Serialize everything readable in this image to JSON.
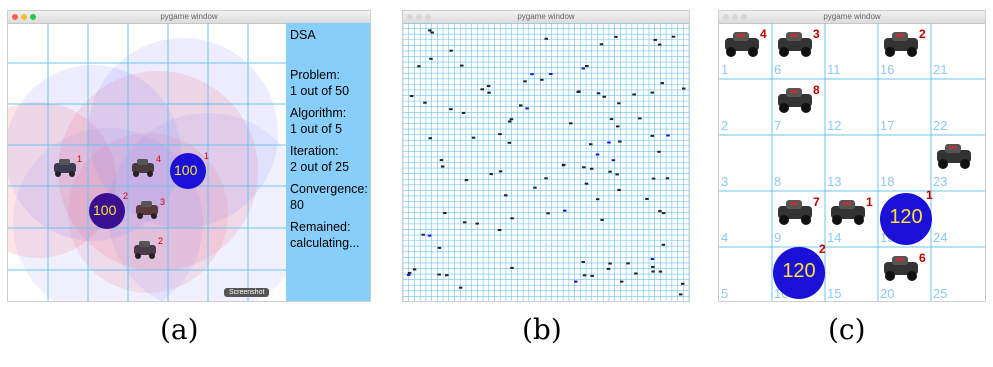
{
  "panels": [
    {
      "window_title": "pygame window",
      "caption": "(a)"
    },
    {
      "window_title": "pygame window",
      "caption": "(b)"
    },
    {
      "window_title": "pygame window",
      "caption": "(c)"
    }
  ],
  "a": {
    "side": {
      "algo_name": "DSA",
      "problem_label": "Problem:",
      "problem_value": "1 out of 50",
      "algorithm_label": "Algorithm:",
      "algorithm_value": "1 out of 5",
      "iteration_label": "Iteration:",
      "iteration_value": "2 out of 25",
      "convergence_label": "Convergence:",
      "convergence_value": "80",
      "remained_label": "Remained:",
      "remained_value": "calculating..."
    },
    "tooltip": "Screenshot",
    "robots": [
      {
        "label": "1"
      },
      {
        "label": "4"
      },
      {
        "label": "3"
      },
      {
        "label": "2"
      }
    ],
    "targets": [
      {
        "value": "100",
        "label": "1"
      },
      {
        "value": "100",
        "label": "2"
      }
    ]
  },
  "c": {
    "cell_numbers": [
      "1",
      "2",
      "3",
      "4",
      "5",
      "6",
      "7",
      "8",
      "9",
      "10",
      "11",
      "12",
      "13",
      "14",
      "15",
      "16",
      "17",
      "18",
      "19",
      "20",
      "21",
      "22",
      "23",
      "24",
      "25"
    ],
    "robots": [
      {
        "label": "4"
      },
      {
        "label": "3"
      },
      {
        "label": "2"
      },
      {
        "label": "8"
      },
      {
        "label": "7"
      },
      {
        "label": "1"
      },
      {
        "label": "6"
      },
      {
        "label": ""
      }
    ],
    "targets": [
      {
        "value": "120",
        "label": "1"
      },
      {
        "value": "120",
        "label": "2"
      }
    ]
  },
  "colors": {
    "grid": "#6cc3ef",
    "panel": "#87cefa",
    "target_blue": "#1a10d8",
    "target_text": "#ffe135",
    "label_red": "#e00000",
    "cell_number": "#8dc8ef"
  },
  "icons": {
    "robot": "robot-car-icon"
  }
}
